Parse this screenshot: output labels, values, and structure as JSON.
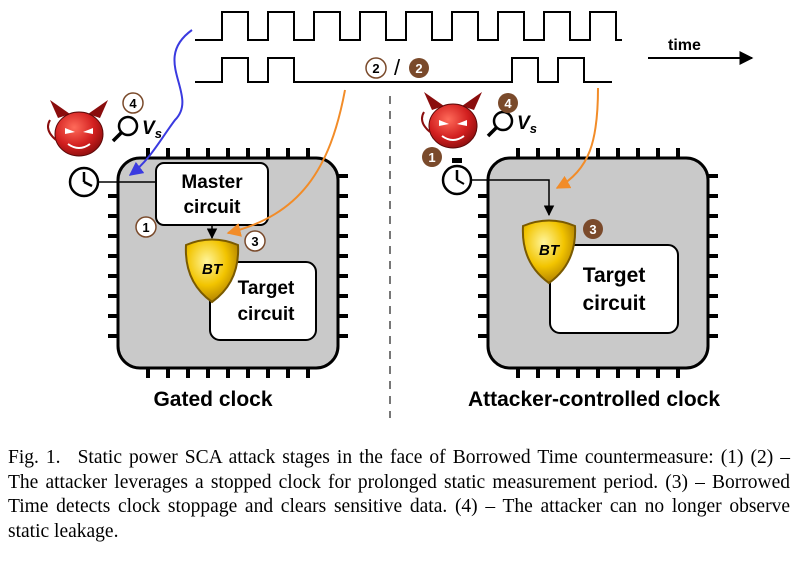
{
  "figure": {
    "time_label": "time",
    "stage_label": "/",
    "left_chip": {
      "title": "Gated clock",
      "master_line1": "Master",
      "master_line2": "circuit",
      "target_line1": "Target",
      "target_line2": "circuit",
      "bt": "BT",
      "vs_main": "V",
      "vs_sub": "s"
    },
    "right_chip": {
      "title": "Attacker-controlled clock",
      "target_line1": "Target",
      "target_line2": "circuit",
      "bt": "BT",
      "vs_main": "V",
      "vs_sub": "s"
    },
    "step_numbers": {
      "one": "1",
      "two": "2",
      "three": "3",
      "four": "4"
    },
    "colors": {
      "chip_fill": "#c9c9c9",
      "pin": "#000000",
      "attacker_arrow": "#3a3ae0",
      "clock_arrow": "#f28c28",
      "badge_brown": "#7a4a2b",
      "shield_gold": "#f2c400",
      "devil_red": "#c8191b"
    },
    "icons": [
      "devil-icon",
      "magnifier-icon",
      "clock-icon",
      "stopwatch-icon",
      "shield-icon"
    ]
  },
  "caption": {
    "label": "Fig. 1.",
    "text": "Static power SCA attack stages in the face of Borrowed Time countermeasure: (1) (2) – The attacker leverages a stopped clock for prolonged static measurement period. (3) – Borrowed Time detects clock stoppage and clears sensitive data. (4) – The attacker can no longer observe static leakage."
  }
}
